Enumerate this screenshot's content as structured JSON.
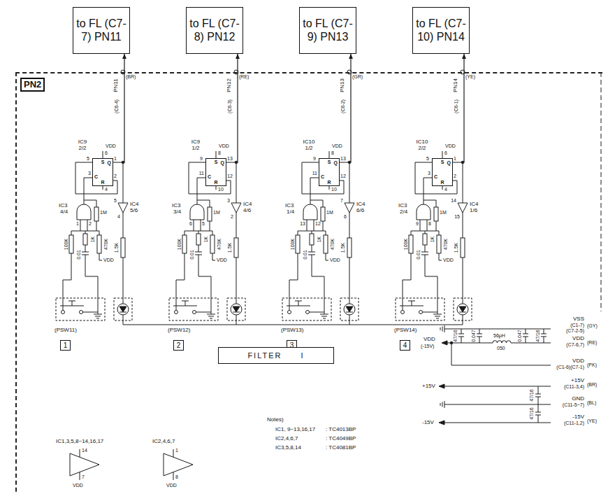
{
  "diagram": {
    "nodes": [
      {
        "text": [
          "to FL (C7-7) PN11"
        ]
      },
      {
        "text": [
          "to FL (C7-8) PN12"
        ]
      },
      {
        "text": [
          "to FL (C7-9) PN13"
        ]
      },
      {
        "text": [
          "to FL (C7-10) PN14"
        ]
      },
      {
        "text": [
          "PN2"
        ]
      },
      {
        "text": [
          "IC9 2/2",
          "S",
          "C",
          "R",
          "Q"
        ],
        "in": 4
      },
      {
        "text": [
          "IC9 1/2",
          "S",
          "C",
          "R",
          "Q"
        ],
        "in": 4
      },
      {
        "text": [
          "IC10 1/2",
          "S",
          "C",
          "R",
          "Q"
        ],
        "in": 4
      },
      {
        "text": [
          "IC10 2/2",
          "S",
          "C",
          "R",
          "Q"
        ],
        "in": 4
      },
      {
        "text": [
          "1"
        ],
        "in": 4
      },
      {
        "text": [
          "2"
        ],
        "in": 4
      },
      {
        "text": [
          "3"
        ],
        "in": 4
      },
      {
        "text": [
          "4"
        ],
        "in": 4
      },
      {
        "text": [
          "FILTER I"
        ],
        "in": 4
      }
    ],
    "edges": [
      {
        "from": 5,
        "to": 0,
        "arrow": "to"
      },
      {
        "from": 6,
        "to": 1,
        "arrow": "to"
      },
      {
        "from": 7,
        "to": 2,
        "arrow": "to"
      },
      {
        "from": 8,
        "to": 3,
        "arrow": "to"
      }
    ],
    "labels": [
      "PN11",
      "(BR)",
      "(C6-4)",
      "5",
      "6",
      "1",
      "3",
      "2",
      "4",
      "VDD",
      "IC3",
      "4/4",
      "1",
      "2",
      "1M",
      "IC4",
      "5/6",
      "5",
      "4",
      "100K",
      "1K",
      "0.01",
      "470K",
      "VDD",
      "1.5K",
      "(PSW11)",
      "PN12",
      "(RE)",
      "(C6-3)",
      "9",
      "8",
      "13",
      "11",
      "12",
      "10",
      "VDD",
      "IC3",
      "3/4",
      "6",
      "5",
      "1M",
      "IC4",
      "4/6",
      "3",
      "2",
      "100K",
      "1K",
      "0.01",
      "470K",
      "VDD",
      "1.5K",
      "(PSW12)",
      "PN13",
      "(GR)",
      "(C6-2)",
      "9",
      "8",
      "13",
      "11",
      "12",
      "10",
      "VDD",
      "IC3",
      "1/4",
      "13",
      "12",
      "1M",
      "IC4",
      "6/6",
      "7",
      "6",
      "100K",
      "1K",
      "0.01",
      "470K",
      "VDD",
      "1.5K",
      "(PSW13)",
      "PN14",
      "(YE)",
      "(C6-1)",
      "5",
      "6",
      "1",
      "3",
      "2",
      "4",
      "VDD",
      "IC3",
      "2/4",
      "9",
      "8",
      "1M",
      "IC4",
      "1/6",
      "14",
      "15",
      "100K",
      "1K",
      "0.01",
      "470K",
      "VDD",
      "1.5K",
      "(PSW14)",
      "VSS",
      "(C1-7)",
      "(C7-2-5)",
      "(GY)",
      "47/16",
      "0.047",
      "56μH",
      "050",
      "0.047",
      "47/16",
      "VDD",
      "(-15V)",
      "VDD",
      "(C7-6,7)",
      "(RE)",
      "VDD",
      "(C1-6)(C7-1)",
      "(PK)",
      "+15V",
      "+15V",
      "(C11-3,4)",
      "(BR)",
      "GND",
      "(C11-5~7)",
      "(BL)",
      "47/16",
      "47/16",
      "-15V",
      "-15V",
      "(C11-1,2)",
      "(YE)",
      "Notes)",
      "IC1, 9~13,16,17",
      ": TC4013BP",
      "IC2,4,6,7",
      ": TC4049BP",
      "IC3,5,8,14",
      ": TC4081BP",
      "IC1,3,5,8~14,16,17",
      "14",
      "7",
      "VDD",
      "IC2,4,6,7",
      "1",
      "8",
      "VDD"
    ]
  }
}
